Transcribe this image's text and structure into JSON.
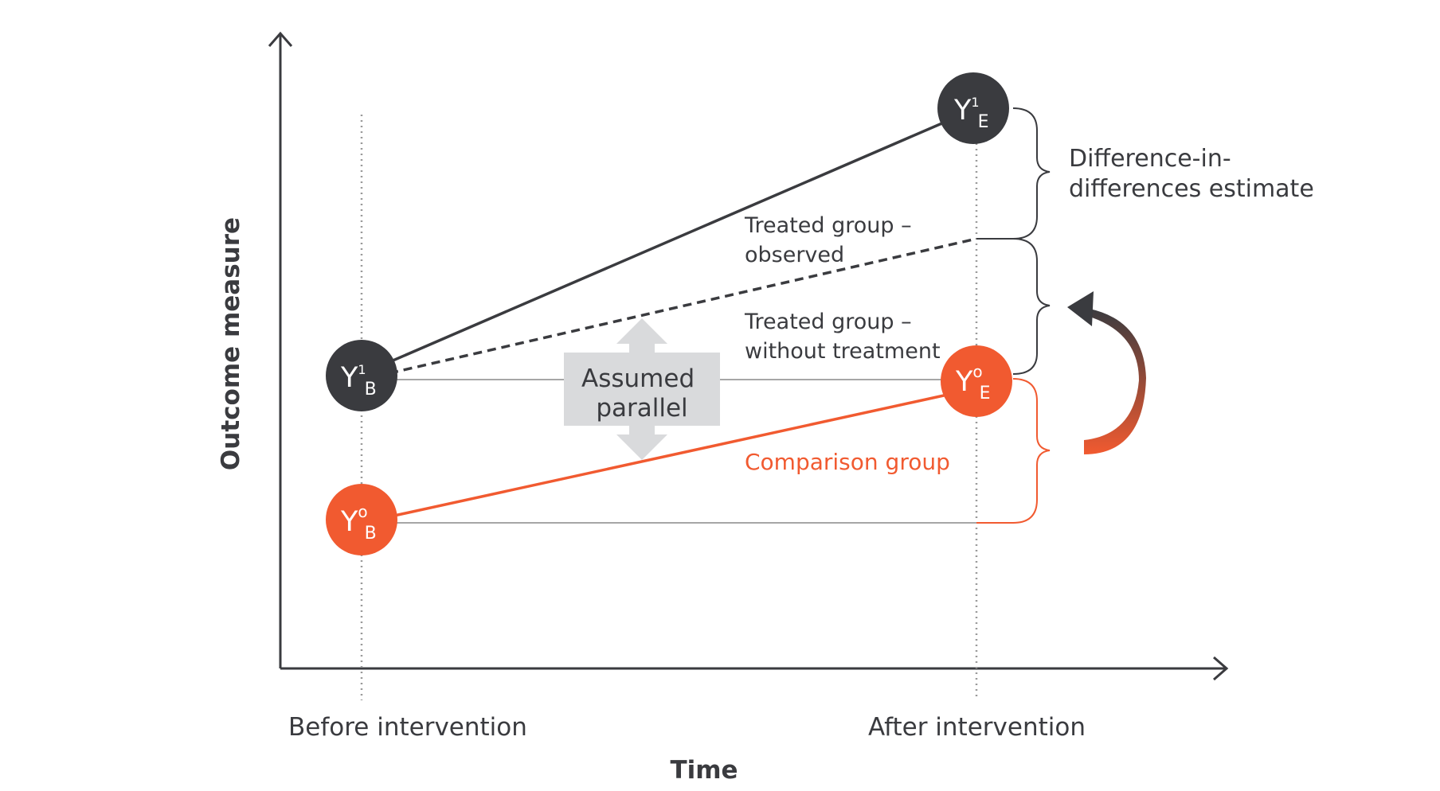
{
  "axes": {
    "y_title": "Outcome measure",
    "x_title": "Time",
    "x_ticks": [
      "Before intervention",
      "After intervention"
    ]
  },
  "nodes": {
    "y1b": {
      "main": "Y",
      "sup": "1",
      "sub": "B"
    },
    "y1e": {
      "main": "Y",
      "sup": "1",
      "sub": "E"
    },
    "y0b": {
      "main": "Y",
      "sup": "o",
      "sub": "B"
    },
    "y0e": {
      "main": "Y",
      "sup": "o",
      "sub": "E"
    }
  },
  "labels": {
    "treated_observed": [
      "Treated group –",
      "observed"
    ],
    "treated_without": [
      "Treated group –",
      "without treatment"
    ],
    "assumed_parallel": [
      "Assumed",
      "parallel"
    ],
    "comparison": "Comparison group",
    "did_estimate": [
      "Difference-in-",
      "differences estimate"
    ]
  },
  "colors": {
    "treated": "#3a3b3f",
    "comparison": "#f15a30",
    "guide": "#9a9a9a",
    "parallel_box": "#d9dadc",
    "text": "#3a3b3f"
  }
}
